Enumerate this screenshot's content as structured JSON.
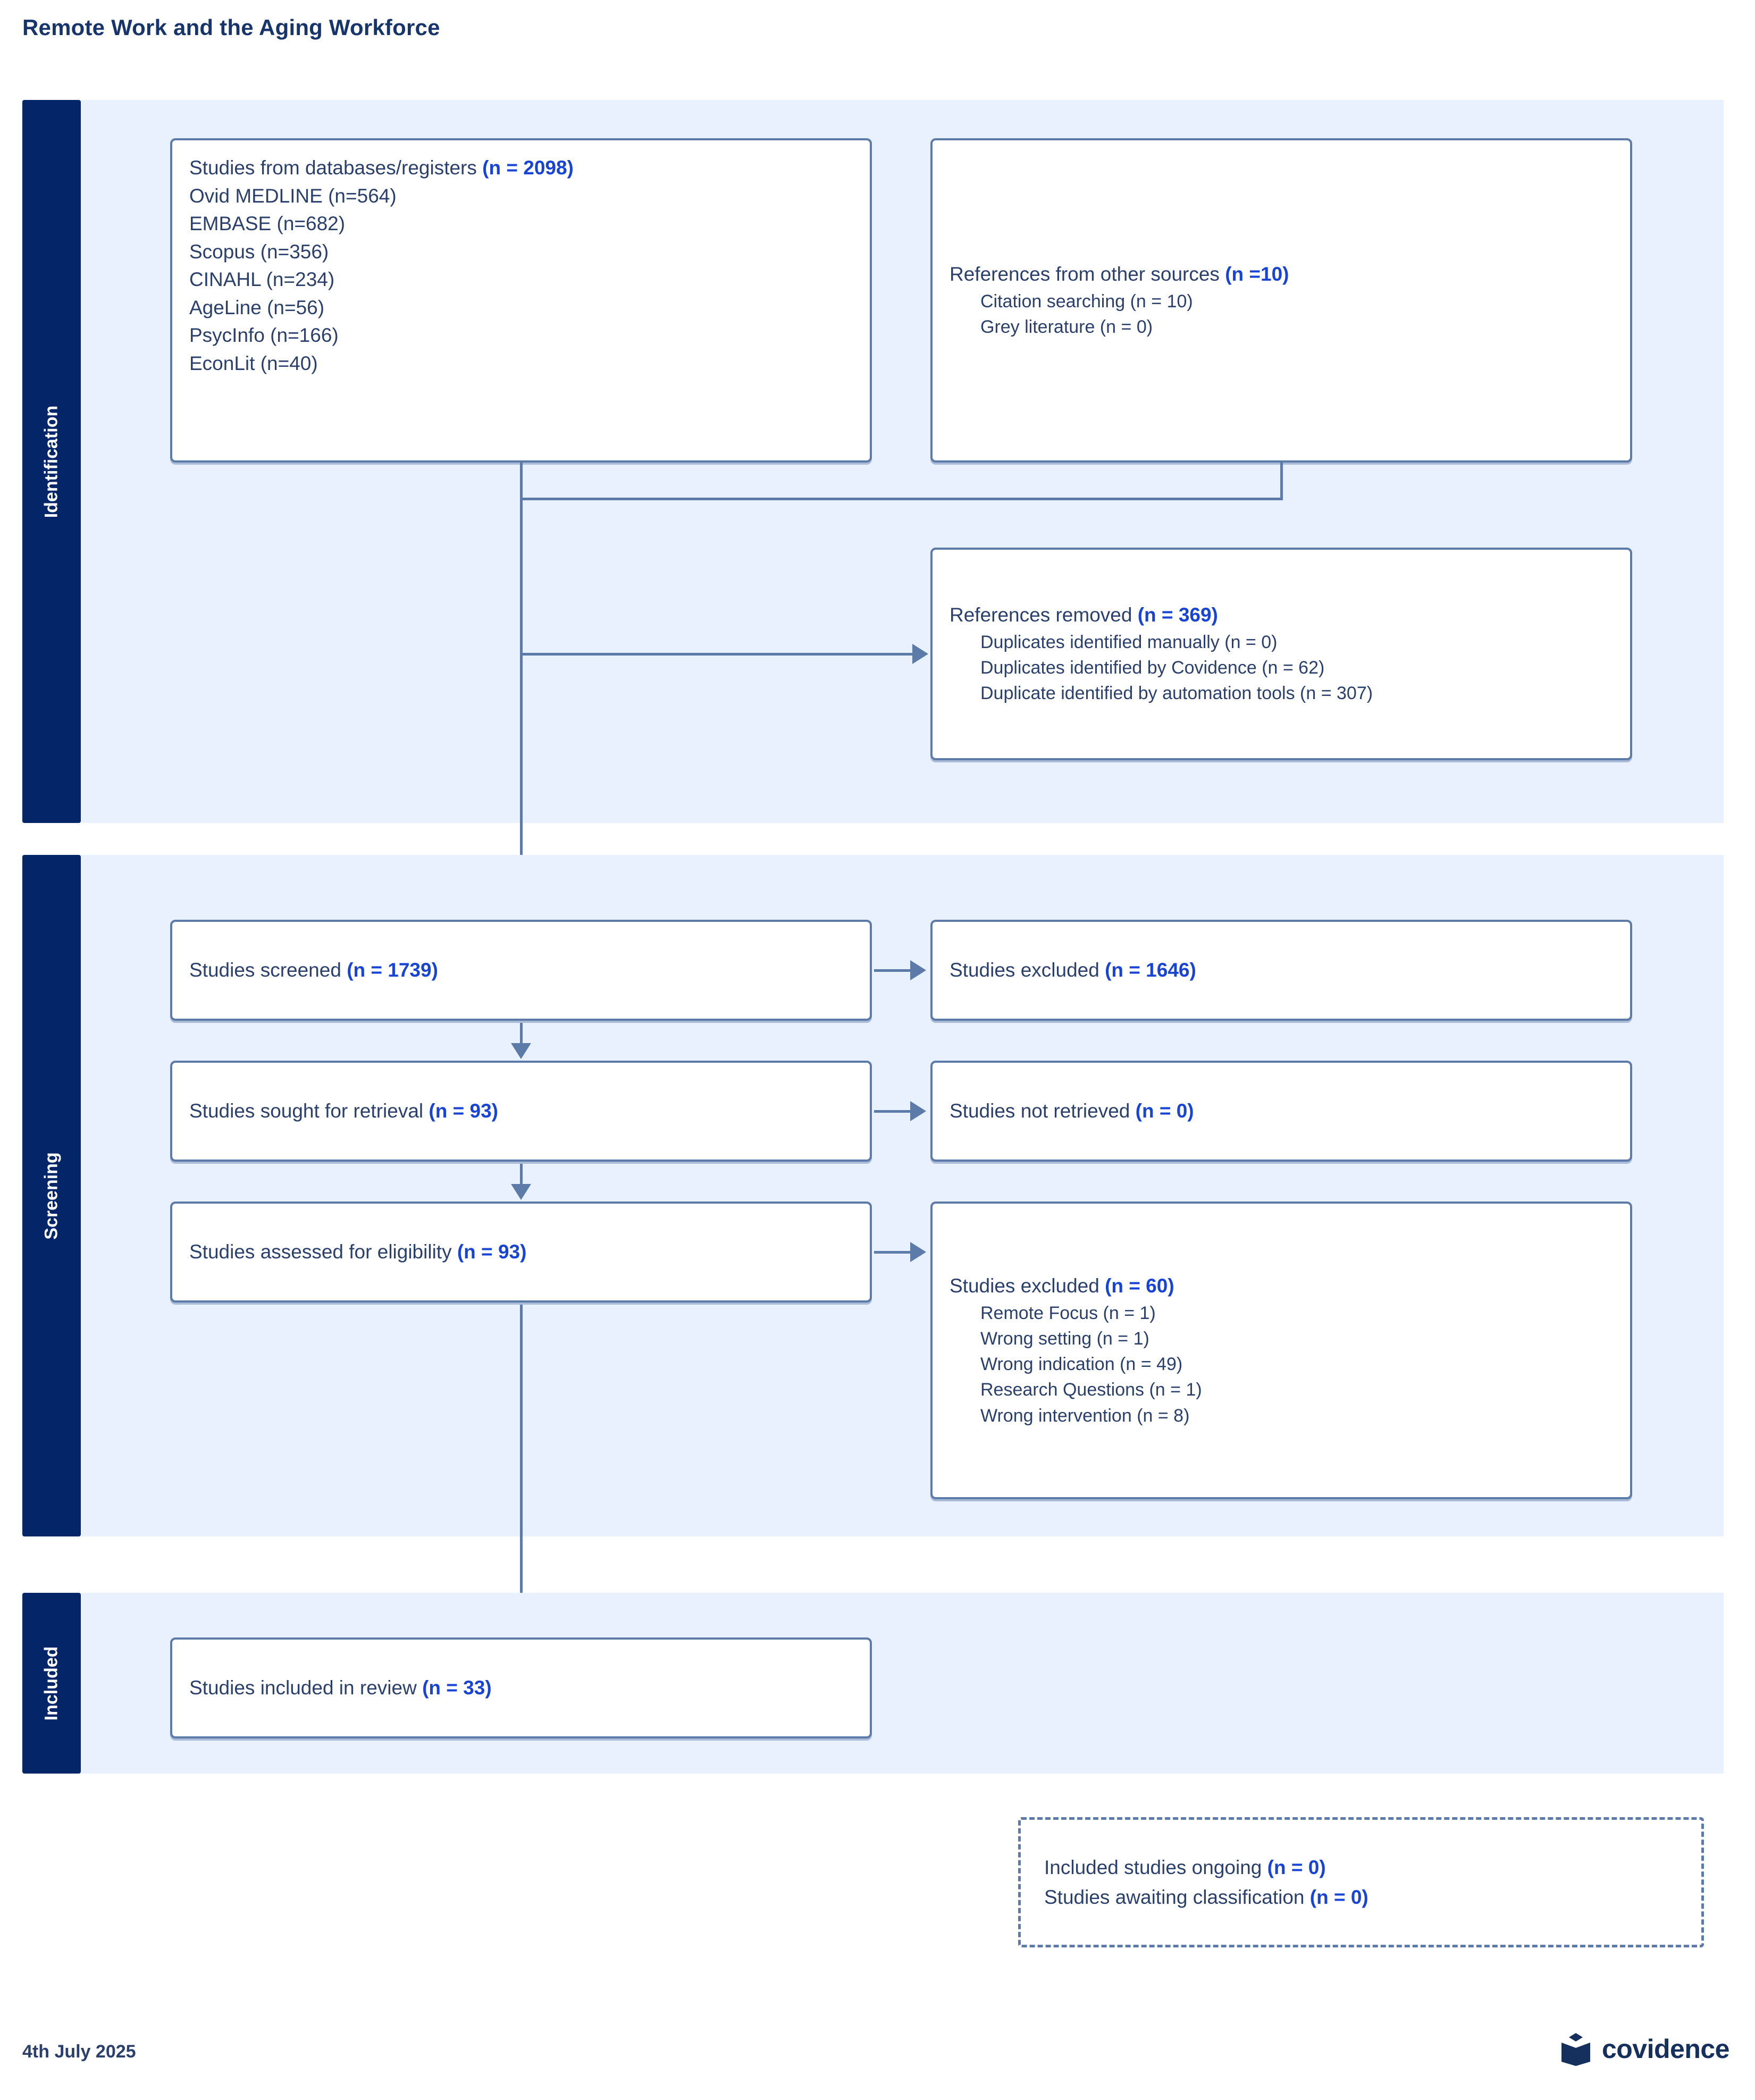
{
  "title": "Remote Work and the Aging Workforce",
  "colors": {
    "stage_bar": "#042668",
    "panel_bg": "#eaf1fe",
    "box_border": "#5d7ba8",
    "text": "#2a3f6b",
    "highlight": "#1743d6",
    "title": "#17356b"
  },
  "stages": {
    "identification": "Identification",
    "screening": "Screening",
    "included": "Included"
  },
  "boxes": {
    "databases": {
      "heading_label": "Studies from databases/registers",
      "heading_count": "(n = 2098)",
      "sources": [
        "Ovid MEDLINE (n=564)",
        "EMBASE (n=682)",
        "Scopus (n=356)",
        "CINAHL (n=234)",
        "AgeLine (n=56)",
        "PsycInfo (n=166)",
        "EconLit (n=40)"
      ]
    },
    "other_sources": {
      "heading_label": "References from other sources",
      "heading_count": "(n =10)",
      "items": [
        "Citation searching (n = 10)",
        "Grey literature (n = 0)"
      ]
    },
    "references_removed": {
      "heading_label": "References removed",
      "heading_count": "(n = 369)",
      "items": [
        "Duplicates identified manually (n = 0)",
        "Duplicates identified by Covidence (n = 62)",
        "Duplicate identified by automation tools (n = 307)"
      ]
    },
    "studies_screened": {
      "label": "Studies screened",
      "count": "(n = 1739)"
    },
    "studies_excluded_screen": {
      "label": "Studies excluded",
      "count": "(n = 1646)"
    },
    "sought_retrieval": {
      "label": "Studies sought for retrieval",
      "count": "(n = 93)"
    },
    "not_retrieved": {
      "label": "Studies not retrieved",
      "count": "(n = 0)"
    },
    "assessed_eligibility": {
      "label": "Studies assessed for eligibility",
      "count": "(n = 93)"
    },
    "excluded_eligibility": {
      "heading_label": "Studies excluded",
      "heading_count": "(n = 60)",
      "reasons": [
        "Remote Focus (n = 1)",
        "Wrong setting (n = 1)",
        "Wrong indication (n = 49)",
        "Research Questions (n = 1)",
        "Wrong intervention (n = 8)"
      ]
    },
    "included_review": {
      "label": "Studies included in review",
      "count": "(n = 33)"
    },
    "ongoing": {
      "line1_label": "Included studies ongoing",
      "line1_count": "(n = 0)",
      "line2_label": "Studies awaiting classification",
      "line2_count": "(n = 0)"
    }
  },
  "footer": {
    "date": "4th July 2025",
    "brand": "covidence"
  }
}
